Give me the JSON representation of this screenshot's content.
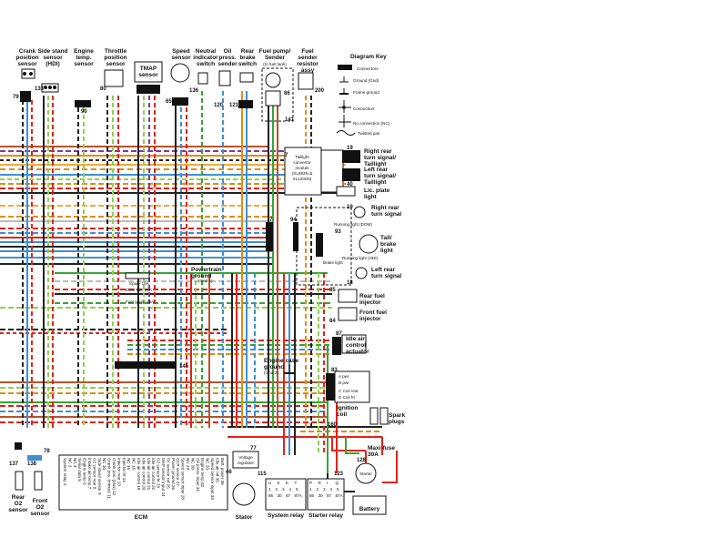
{
  "top_components": {
    "crank": "Crank position sensor",
    "side_stand": "Side stand sensor (HDI)",
    "engine_temp": "Engine temp. sensor",
    "throttle": "Throttle position sensor",
    "tmap": "TMAP sensor",
    "speed": "Speed sensor",
    "neutral": "Neutral indicator switch",
    "oil": "Oil press. sender",
    "rear_brake": "Rear brake switch",
    "fuel_pump": "Fuel pump/ Sender",
    "fuel_pump_sub": "(In fuel tank)",
    "fuel_resistor": "Fuel sender resistor assy"
  },
  "connector_numbers": {
    "c79": "79",
    "c133": "133",
    "c90": "90",
    "c80": "80",
    "c65": "65",
    "c136": "136",
    "c120": "120",
    "c121": "121",
    "c86": "86",
    "c200": "200",
    "c141": "141",
    "c7a": "7",
    "c19a": "19",
    "c40": "40",
    "c19b": "19",
    "c7b": "7",
    "c94": "94",
    "c93": "93",
    "c18": "18",
    "c85": "85",
    "c84": "84",
    "c87": "87",
    "c83": "83",
    "c145": "145",
    "c160": "160",
    "c77": "77",
    "c46": "46",
    "c115": "115",
    "c123": "123",
    "c128": "128",
    "c78": "78",
    "c137": "137",
    "c138": "138"
  },
  "diagram_key": {
    "title": "Diagram Key",
    "connectors": "Connectors",
    "ground": "Ground (Gnd)",
    "frame_ground": "Frame ground",
    "connection": "Connection",
    "no_connection": "No connection (NC)",
    "twisted_pair": "Twisted pair"
  },
  "right_components": {
    "rr_turn": "Right rear turn signal/ Taillight",
    "converter": "Taillight convertor module (XL883N & XL1200N)",
    "lr_turn": "Left rear turn signal/ Taillight",
    "lic_plate": "Lic. plate light",
    "right_rear_turn": "Right rear turn signal",
    "running_dom": "Running light (DOM)",
    "tail_brake": "Tail/ brake light",
    "brake_light": "Brake light",
    "running_hdi": "Running light (HDI)",
    "left_rear_turn": "Left rear turn signal",
    "rear_injector": "Rear fuel injector",
    "front_injector": "Front fuel injector",
    "iac": "Idle air control actuator",
    "case_ground": "Engine case ground",
    "case_ground_sub": "(Gnd 2)",
    "ignition_coil": "Ignition coil",
    "coil_a": "A pwr",
    "coil_b": "B pwr",
    "coil_c": "C Coil rear",
    "coil_d": "D Coil frt",
    "spark": "Spark plugs",
    "maxi_fuse": "Maxi-fuse 30A",
    "starter": "Starter",
    "battery": "Battery"
  },
  "middle_components": {
    "spare": "Spare 15A",
    "ecm_pwr": "ECM Pwr 15A",
    "fuel_pump_fuse": "Fuel pump 15A",
    "powertrain_ground": "Powertrain ground",
    "powertrain_ground_sub": "(Gnd 1)",
    "voltage_regulator": "Voltage regulator",
    "stator": "Stator",
    "system_relay": "System relay",
    "starter_relay": "Starter relay",
    "ecm": "ECM",
    "rear_o2": "Rear O2 sensor",
    "front_o2": "Front O2 sensor"
  },
  "ecm_pins": [
    "System relay 2",
    "NC 3",
    "NC 4",
    "Serial data 5",
    "Engine temp 6",
    "Intake air temp 7",
    "O2 sensor rear 8",
    "Side stand sensor 9",
    "NC 10",
    "Crank pos. (minus) 11",
    "Crank pos. (plus) 12",
    "Injector rear 13",
    "Injector frt 14",
    "NC 15",
    "NC 16",
    "Idle air control 19",
    "Idle air control 20",
    "Idle air control 21",
    "Idle air control 22",
    "O2 sensor frt 23",
    "MAP sensor input 24",
    "5V sensor ref 25",
    "Power ground 26",
    "CKP sensor 27",
    "Speed sensor input 28",
    "NC 29",
    "NC 30",
    "Oil press. input 31",
    "Engine temp 32",
    "NC 33",
    "Speed sensor input 34",
    "Idle air ref 35",
    "Batt. power 36"
  ],
  "relay_pins": {
    "system": [
      "U",
      "K",
      "K",
      "T",
      "1",
      "2",
      "3",
      "4",
      "5",
      "86",
      "30",
      "87",
      "87A"
    ],
    "starter": [
      "P",
      "R",
      "I",
      "Q",
      "1",
      "2",
      "3",
      "4",
      "5",
      "86",
      "30",
      "87",
      "87A"
    ]
  }
}
